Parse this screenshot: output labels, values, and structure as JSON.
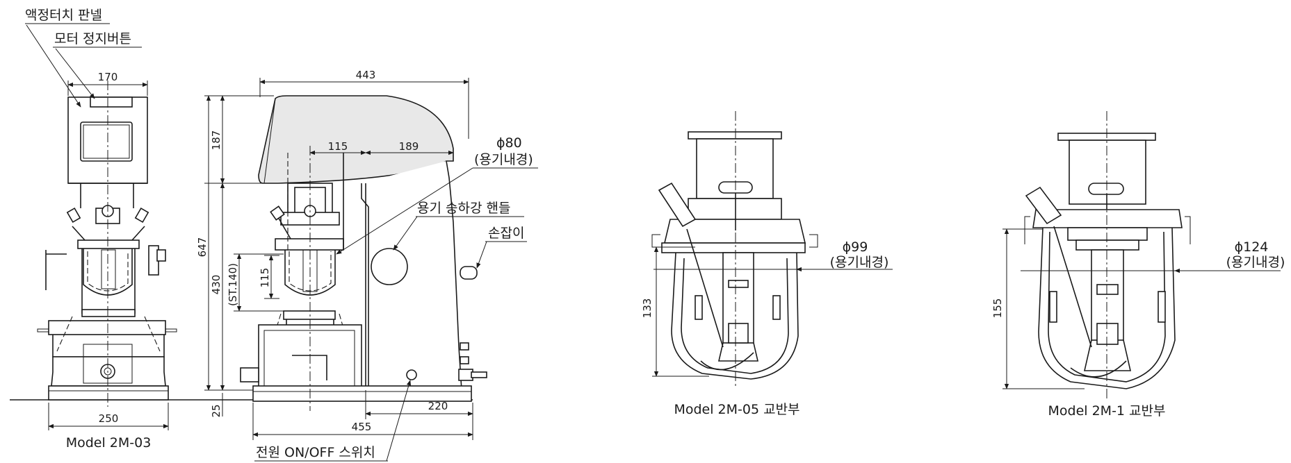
{
  "callouts": {
    "lcd_panel": "액정터치 판넬",
    "motor_stop": "모터 정지버튼",
    "lift_handle": "용기 승하강 핸들",
    "grip": "손잡이",
    "power_switch": "전원 ON/OFF 스위치",
    "vessel_dia_80": "ϕ80",
    "vessel_inner_80": "(용기내경)",
    "vessel_dia_99": "ϕ99",
    "vessel_inner_99": "(용기내경)",
    "vessel_dia_124": "ϕ124",
    "vessel_inner_124": "(용기내경)"
  },
  "front_view": {
    "dim_width_top": "170",
    "dim_width_base": "250",
    "caption": "Model 2M-03"
  },
  "side_view": {
    "dim_total_depth": "443",
    "dim_head_height": "187",
    "dim_total_height": "647",
    "dim_lower_height": "430",
    "dim_stroke": "(ST.140)",
    "dim_vessel_height": "115",
    "dim_offset_115": "115",
    "dim_offset_189": "189",
    "dim_base_220": "220",
    "dim_base_455": "455",
    "dim_foot": "25"
  },
  "detail_05": {
    "dim_height": "133",
    "caption": "Model 2M-05 교반부"
  },
  "detail_1": {
    "dim_height": "155",
    "caption": "Model 2M-1 교반부"
  }
}
